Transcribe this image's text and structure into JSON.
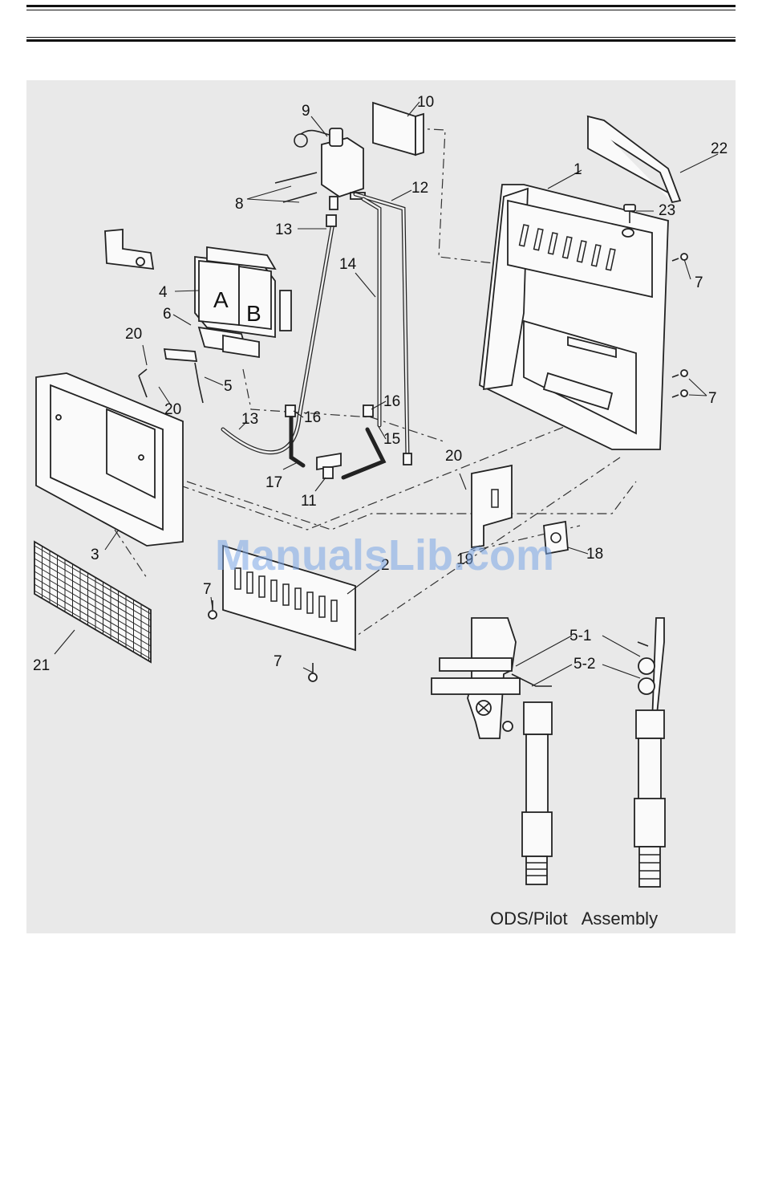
{
  "labels": {
    "l1": "1",
    "l2": "2",
    "l3": "3",
    "l4": "4",
    "l5": "5",
    "l6": "6",
    "l7a": "7",
    "l7b": "7",
    "l7c": "7",
    "l7d": "7",
    "l8": "8",
    "l9": "9",
    "l10": "10",
    "l11": "11",
    "l12": "12",
    "l13a": "13",
    "l13b": "13",
    "l14": "14",
    "l15": "15",
    "l16a": "16",
    "l16b": "16",
    "l17": "17",
    "l18": "18",
    "l19": "19",
    "l20a": "20",
    "l20b": "20",
    "l20c": "20",
    "l21": "21",
    "l22": "22",
    "l23": "23",
    "l51": "5-1",
    "l52": "5-2",
    "box_a": "A",
    "box_b": "B"
  },
  "caption": "ODS/Pilot   Assembly",
  "watermark": "ManualsLib.com"
}
